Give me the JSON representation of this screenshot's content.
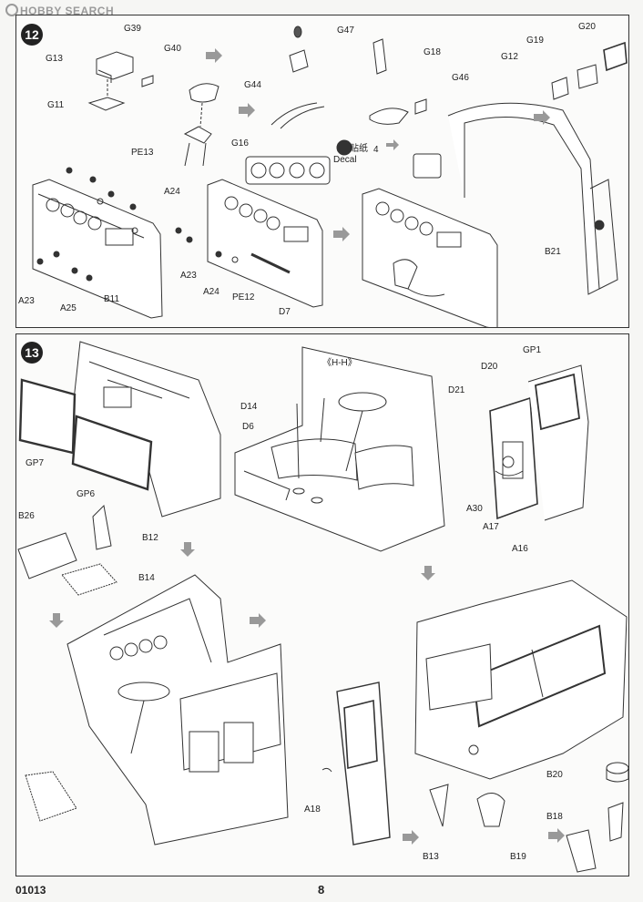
{
  "watermark": "HOBBY SEARCH",
  "steps": [
    {
      "number": "12",
      "labels": {
        "G39": "G39",
        "G40": "G40",
        "G13": "G13",
        "G11": "G11",
        "G47": "G47",
        "G18": "G18",
        "G44": "G44",
        "G16": "G16",
        "G46": "G46",
        "G20": "G20",
        "G19": "G19",
        "G12": "G12",
        "PE13": "PE13",
        "A24a": "A24",
        "A23a": "A23",
        "A24b": "A24",
        "PE12": "PE12",
        "D7": "D7",
        "A23b": "A23",
        "A25": "A25",
        "B11": "B11",
        "B21": "B21"
      },
      "decal": {
        "cn": "贴纸",
        "num": "4",
        "en": "Decal"
      }
    },
    {
      "number": "13",
      "labels": {
        "GP7": "GP7",
        "GP6": "GP6",
        "B26": "B26",
        "B12": "B12",
        "B14": "B14",
        "HH": "《H-H》",
        "D14": "D14",
        "D6": "D6",
        "GP1": "GP1",
        "D20": "D20",
        "D21": "D21",
        "A30": "A30",
        "A17": "A17",
        "A16": "A16",
        "A18": "A18",
        "B13": "B13",
        "B20": "B20",
        "B18": "B18",
        "B19": "B19"
      }
    }
  ],
  "footer": {
    "code": "01013",
    "page": "8"
  }
}
